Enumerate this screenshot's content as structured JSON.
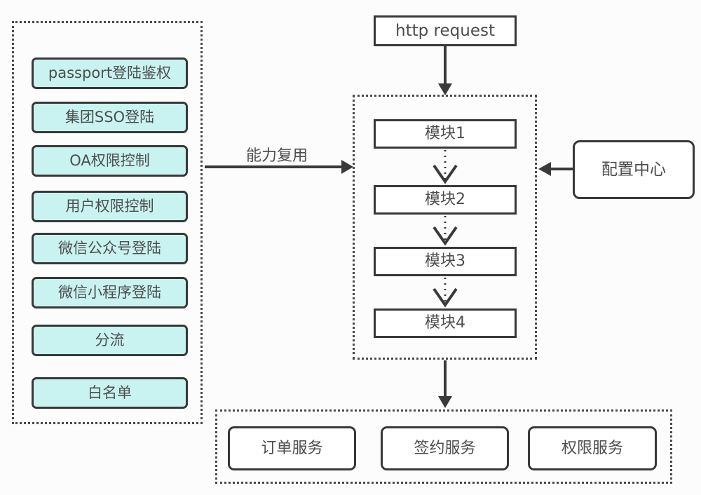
{
  "diagram": {
    "left_panel": {
      "items": [
        "passport登陆鉴权",
        "集团SSO登陆",
        "OA权限控制",
        "用户权限控制",
        "微信公众号登陆",
        "微信小程序登陆",
        "分流",
        "白名单"
      ]
    },
    "http_request_label": "http request",
    "middle_panel": {
      "modules": [
        "模块1",
        "模块2",
        "模块3",
        "模块4"
      ]
    },
    "config_center_label": "配置中心",
    "reuse_arrow_label": "能力复用",
    "bottom_panel": {
      "services": [
        "订单服务",
        "签约服务",
        "权限服务"
      ]
    },
    "colors": {
      "capability_fill": "#c9f3f0",
      "node_fill": "#ffffff",
      "border": "#3a3a3a",
      "text": "#4d4d4d",
      "background": "#fcfcfc"
    }
  }
}
